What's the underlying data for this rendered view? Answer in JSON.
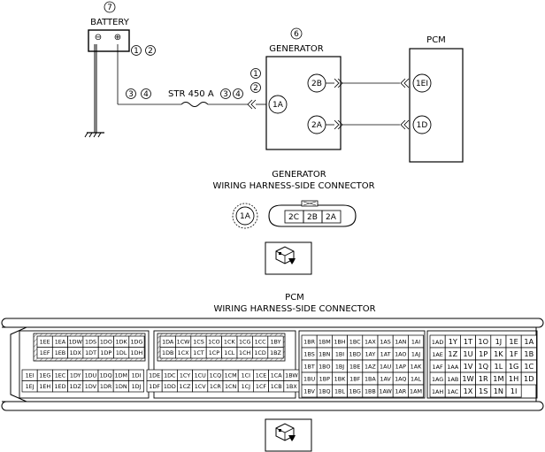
{
  "battery": {
    "label": "BATTERY",
    "ref": "7",
    "neg": "⊖",
    "pos": "⊕",
    "circ_a": "1",
    "circ_b": "2"
  },
  "ground_circ": {
    "a": "3",
    "b": "4"
  },
  "fuse": {
    "label": "STR 450 A",
    "circ_a": "3",
    "circ_b": "4"
  },
  "generator": {
    "label": "GENERATOR",
    "ref": "6",
    "pin_1a": "1A",
    "pin_2b": "2B",
    "pin_2a": "2A",
    "circ_a": "1",
    "circ_b": "2"
  },
  "pcm": {
    "label": "PCM",
    "pin_1ei": "1EI",
    "pin_1d": "1D"
  },
  "gen_connector": {
    "title1": "GENERATOR",
    "title2": "WIRING HARNESS-SIDE CONNECTOR",
    "single_pin": "1A",
    "pins": [
      "2C",
      "2B",
      "2A"
    ]
  },
  "pcm_connector": {
    "title1": "PCM",
    "title2": "WIRING HARNESS-SIDE CONNECTOR",
    "g1_top": [
      [
        "1EE",
        "1EA",
        "1DW",
        "1DS",
        "1DO",
        "1DK",
        "1DG"
      ],
      [
        "1EF",
        "1EB",
        "1DX",
        "1DT",
        "1DP",
        "1DL",
        "1DH"
      ]
    ],
    "g1_bot": [
      [
        "1EI",
        "1EG",
        "1EC",
        "1DY",
        "1DU",
        "1DQ",
        "1DM",
        "1DI"
      ],
      [
        "1EJ",
        "1EH",
        "1ED",
        "1DZ",
        "1DV",
        "1DR",
        "1DN",
        "1DJ"
      ]
    ],
    "g2_top": [
      [
        "1DA",
        "1CW",
        "1CS",
        "1CO",
        "1CK",
        "1CG",
        "1CC",
        "1BY"
      ],
      [
        "1DB",
        "1CX",
        "1CT",
        "1CP",
        "1CL",
        "1CH",
        "1CD",
        "1BZ"
      ]
    ],
    "g2_bot": [
      [
        "1DE",
        "1DC",
        "1CY",
        "1CU",
        "1CQ",
        "1CM",
        "1CI",
        "1CE",
        "1CA",
        "1BW"
      ],
      [
        "1DF",
        "1DD",
        "1CZ",
        "1CV",
        "1CR",
        "1CN",
        "1CJ",
        "1CF",
        "1CB",
        "1BX"
      ]
    ],
    "g3": [
      [
        "1BR",
        "1BM",
        "1BH",
        "1BC",
        "1AX",
        "1AS",
        "1AN",
        "1AI"
      ],
      [
        "1BS",
        "1BN",
        "1BI",
        "1BD",
        "1AY",
        "1AT",
        "1AO",
        "1AJ"
      ],
      [
        "1BT",
        "1BO",
        "1BJ",
        "1BE",
        "1AZ",
        "1AU",
        "1AP",
        "1AK"
      ],
      [
        "1BU",
        "1BP",
        "1BK",
        "1BF",
        "1BA",
        "1AV",
        "1AQ",
        "1AL"
      ],
      [
        "1BV",
        "1BQ",
        "1BL",
        "1BG",
        "1BB",
        "1AW",
        "1AR",
        "1AM"
      ]
    ],
    "g4": [
      [
        "1AD",
        "1Y",
        "1T",
        "1O",
        "1J",
        "1E",
        "1A"
      ],
      [
        "1AE",
        "1Z",
        "1U",
        "1P",
        "1K",
        "1F",
        "1B"
      ],
      [
        "1AF",
        "1AA",
        "1V",
        "1Q",
        "1L",
        "1G",
        "1C"
      ],
      [
        "1AG",
        "1AB",
        "1W",
        "1R",
        "1M",
        "1H",
        "1D"
      ],
      [
        "1AH",
        "1AC",
        "1X",
        "1S",
        "1N",
        "1I"
      ]
    ]
  }
}
